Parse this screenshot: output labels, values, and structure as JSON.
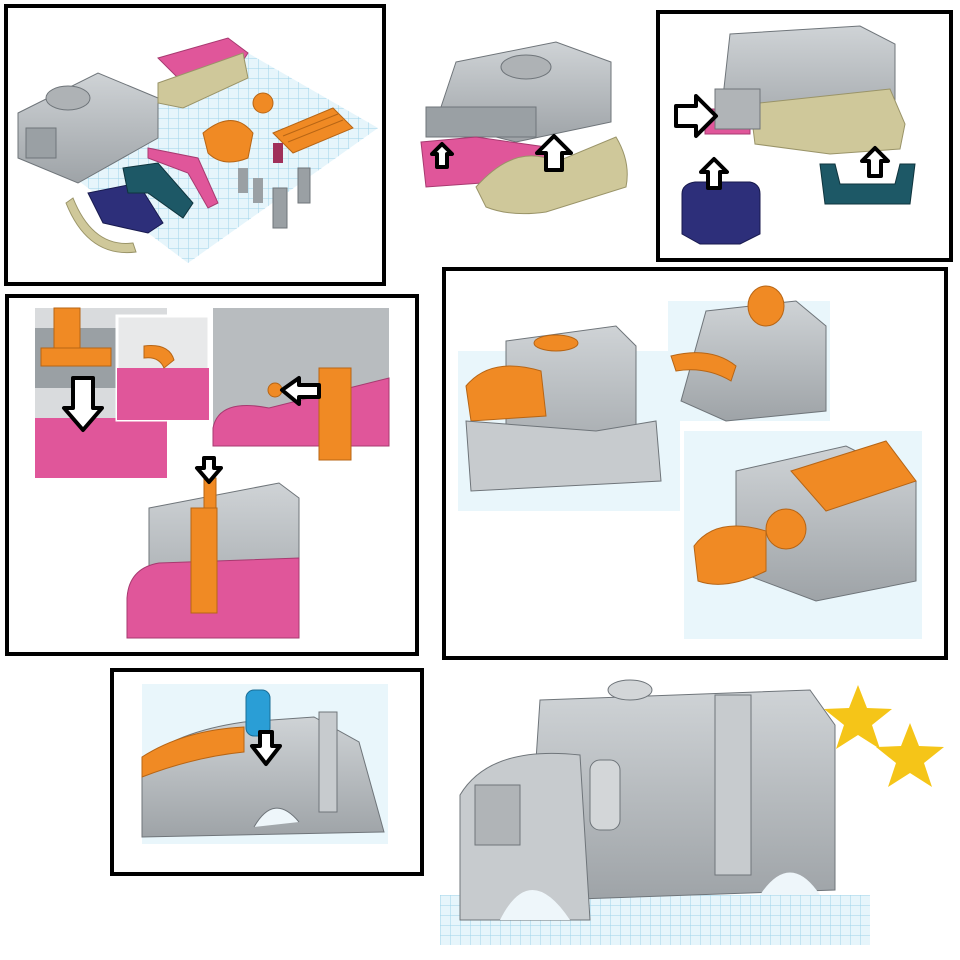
{
  "page": {
    "background": "#ffffff",
    "border_color": "#000000"
  },
  "colors": {
    "body_grey": "#b9bdc0",
    "body_dark": "#7d8388",
    "pink": "#e0569a",
    "khaki": "#cfc89a",
    "navy": "#2d2f7a",
    "teal": "#1d5866",
    "orange": "#f08a24",
    "blue": "#2a9ed6",
    "star": "#f5c518",
    "grid": "#9fd3ea"
  },
  "steps": [
    {
      "id": "step-1",
      "description_icon": "parts-layout"
    },
    {
      "id": "step-2",
      "description_icon": "attach-fenders"
    },
    {
      "id": "step-3",
      "description_icon": "attach-bumpers"
    },
    {
      "id": "step-4",
      "description_icon": "attach-exhaust"
    },
    {
      "id": "step-5",
      "description_icon": "attach-hood"
    },
    {
      "id": "step-6",
      "description_icon": "attach-canister"
    },
    {
      "id": "step-7",
      "description_icon": "finished-truck"
    }
  ],
  "icons": {
    "arrow": "arrow-icon",
    "star": "star-icon"
  }
}
